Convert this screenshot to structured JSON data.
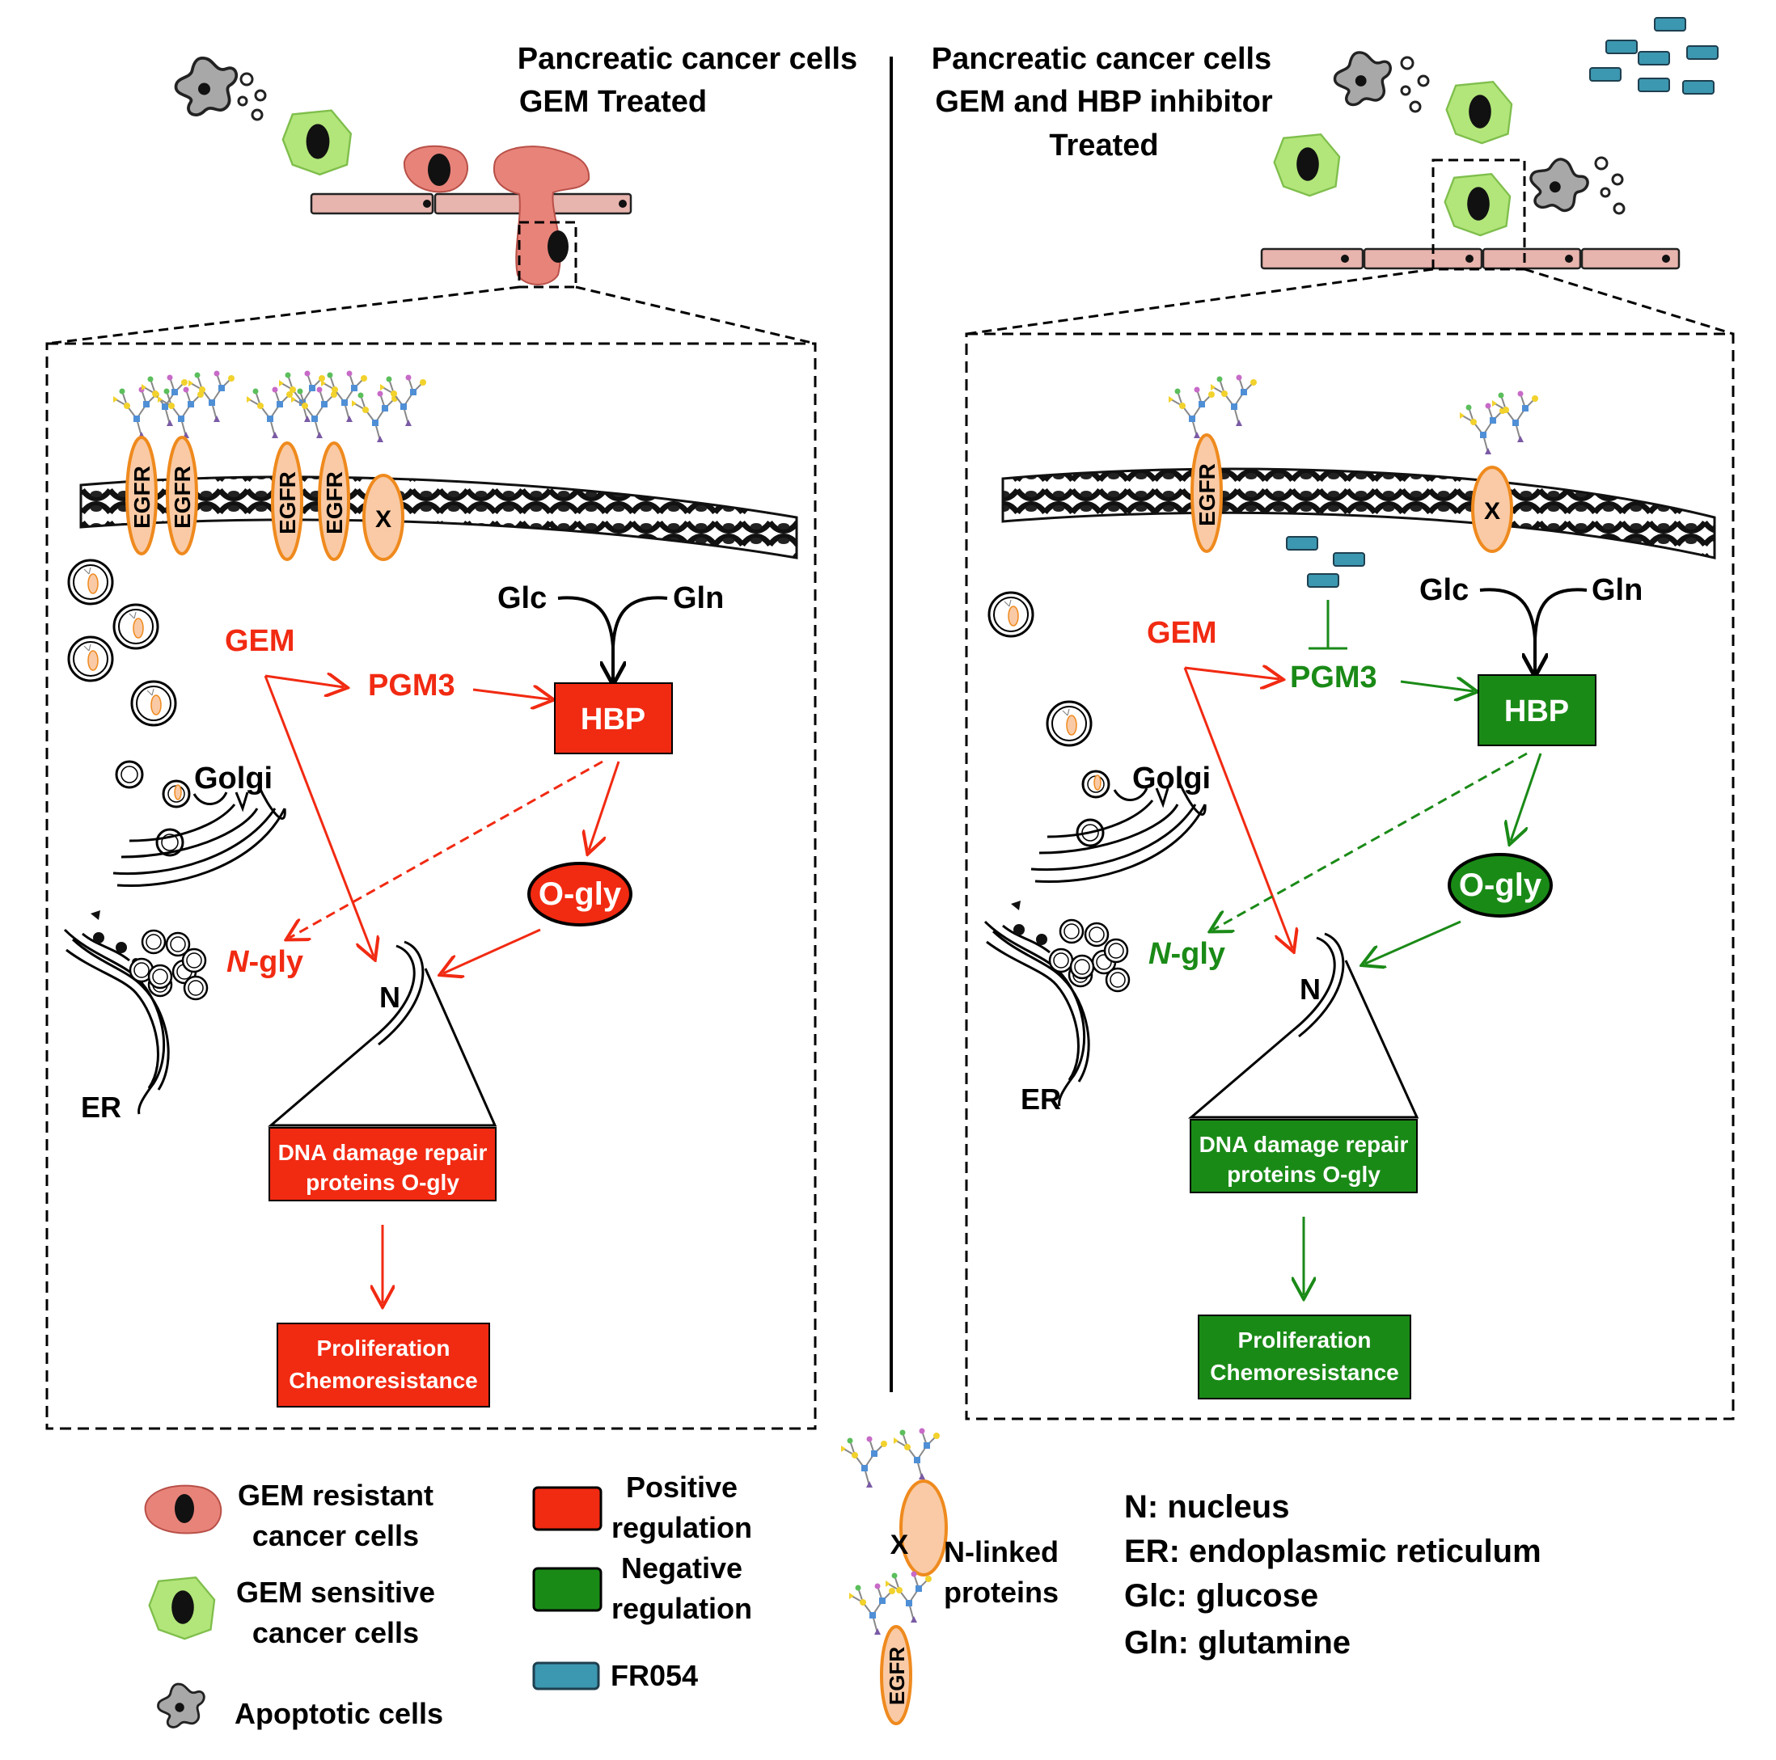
{
  "left_panel": {
    "title_line1": "Pancreatic cancer cells",
    "title_line2": "GEM Treated",
    "receptor_labels": [
      "EGFR",
      "EGFR",
      "EGFR",
      "EGFR",
      "X"
    ],
    "gem": "GEM",
    "pgm3": "PGM3",
    "hbp": "HBP",
    "glc": "Glc",
    "gln": "Gln",
    "o_gly": "O-gly",
    "n_gly_prefix": "N",
    "n_gly_suffix": "-gly",
    "nucleus": "N",
    "golgi": "Golgi",
    "er": "ER",
    "dna_line1": "DNA damage repair",
    "dna_line2": "proteins O-gly",
    "outcome_line1": "Proliferation",
    "outcome_line2": "Chemoresistance"
  },
  "right_panel": {
    "title_line1": "Pancreatic cancer cells",
    "title_line2": "GEM and HBP inhibitor",
    "title_line3": "Treated",
    "receptor_labels": [
      "EGFR",
      "X"
    ],
    "gem": "GEM",
    "pgm3": "PGM3",
    "hbp": "HBP",
    "glc": "Glc",
    "gln": "Gln",
    "o_gly": "O-gly",
    "n_gly_prefix": "N",
    "n_gly_suffix": "-gly",
    "nucleus": "N",
    "golgi": "Golgi",
    "er": "ER",
    "dna_line1": "DNA damage repair",
    "dna_line2": "proteins O-gly",
    "outcome_line1": "Proliferation",
    "outcome_line2": "Chemoresistance"
  },
  "legend": {
    "resistant_line1": "GEM resistant",
    "resistant_line2": "cancer cells",
    "sensitive_line1": "GEM sensitive",
    "sensitive_line2": "cancer cells",
    "apoptotic": "Apoptotic cells",
    "positive_line1": "Positive",
    "positive_line2": "regulation",
    "negative_line1": "Negative",
    "negative_line2": "regulation",
    "fr054": "FR054",
    "receptor_x": "X",
    "receptor_egfr": "EGFR",
    "nlinked_line1": "N-linked",
    "nlinked_line2": "proteins",
    "abbr_n": "N: nucleus",
    "abbr_er": "ER: endoplasmic reticulum",
    "abbr_glc": "Glc: glucose",
    "abbr_gln": "Gln: glutamine"
  },
  "colors": {
    "positive": "#f12a12",
    "negative": "#1a8a17",
    "fr054": "#3c97b0",
    "resistant_cell": "#e8837a",
    "sensitive_cell": "#b2e67a",
    "receptor": "#f9caa5",
    "receptor_stroke": "#ef8a1e",
    "endothelium": "#e8b4ae"
  }
}
